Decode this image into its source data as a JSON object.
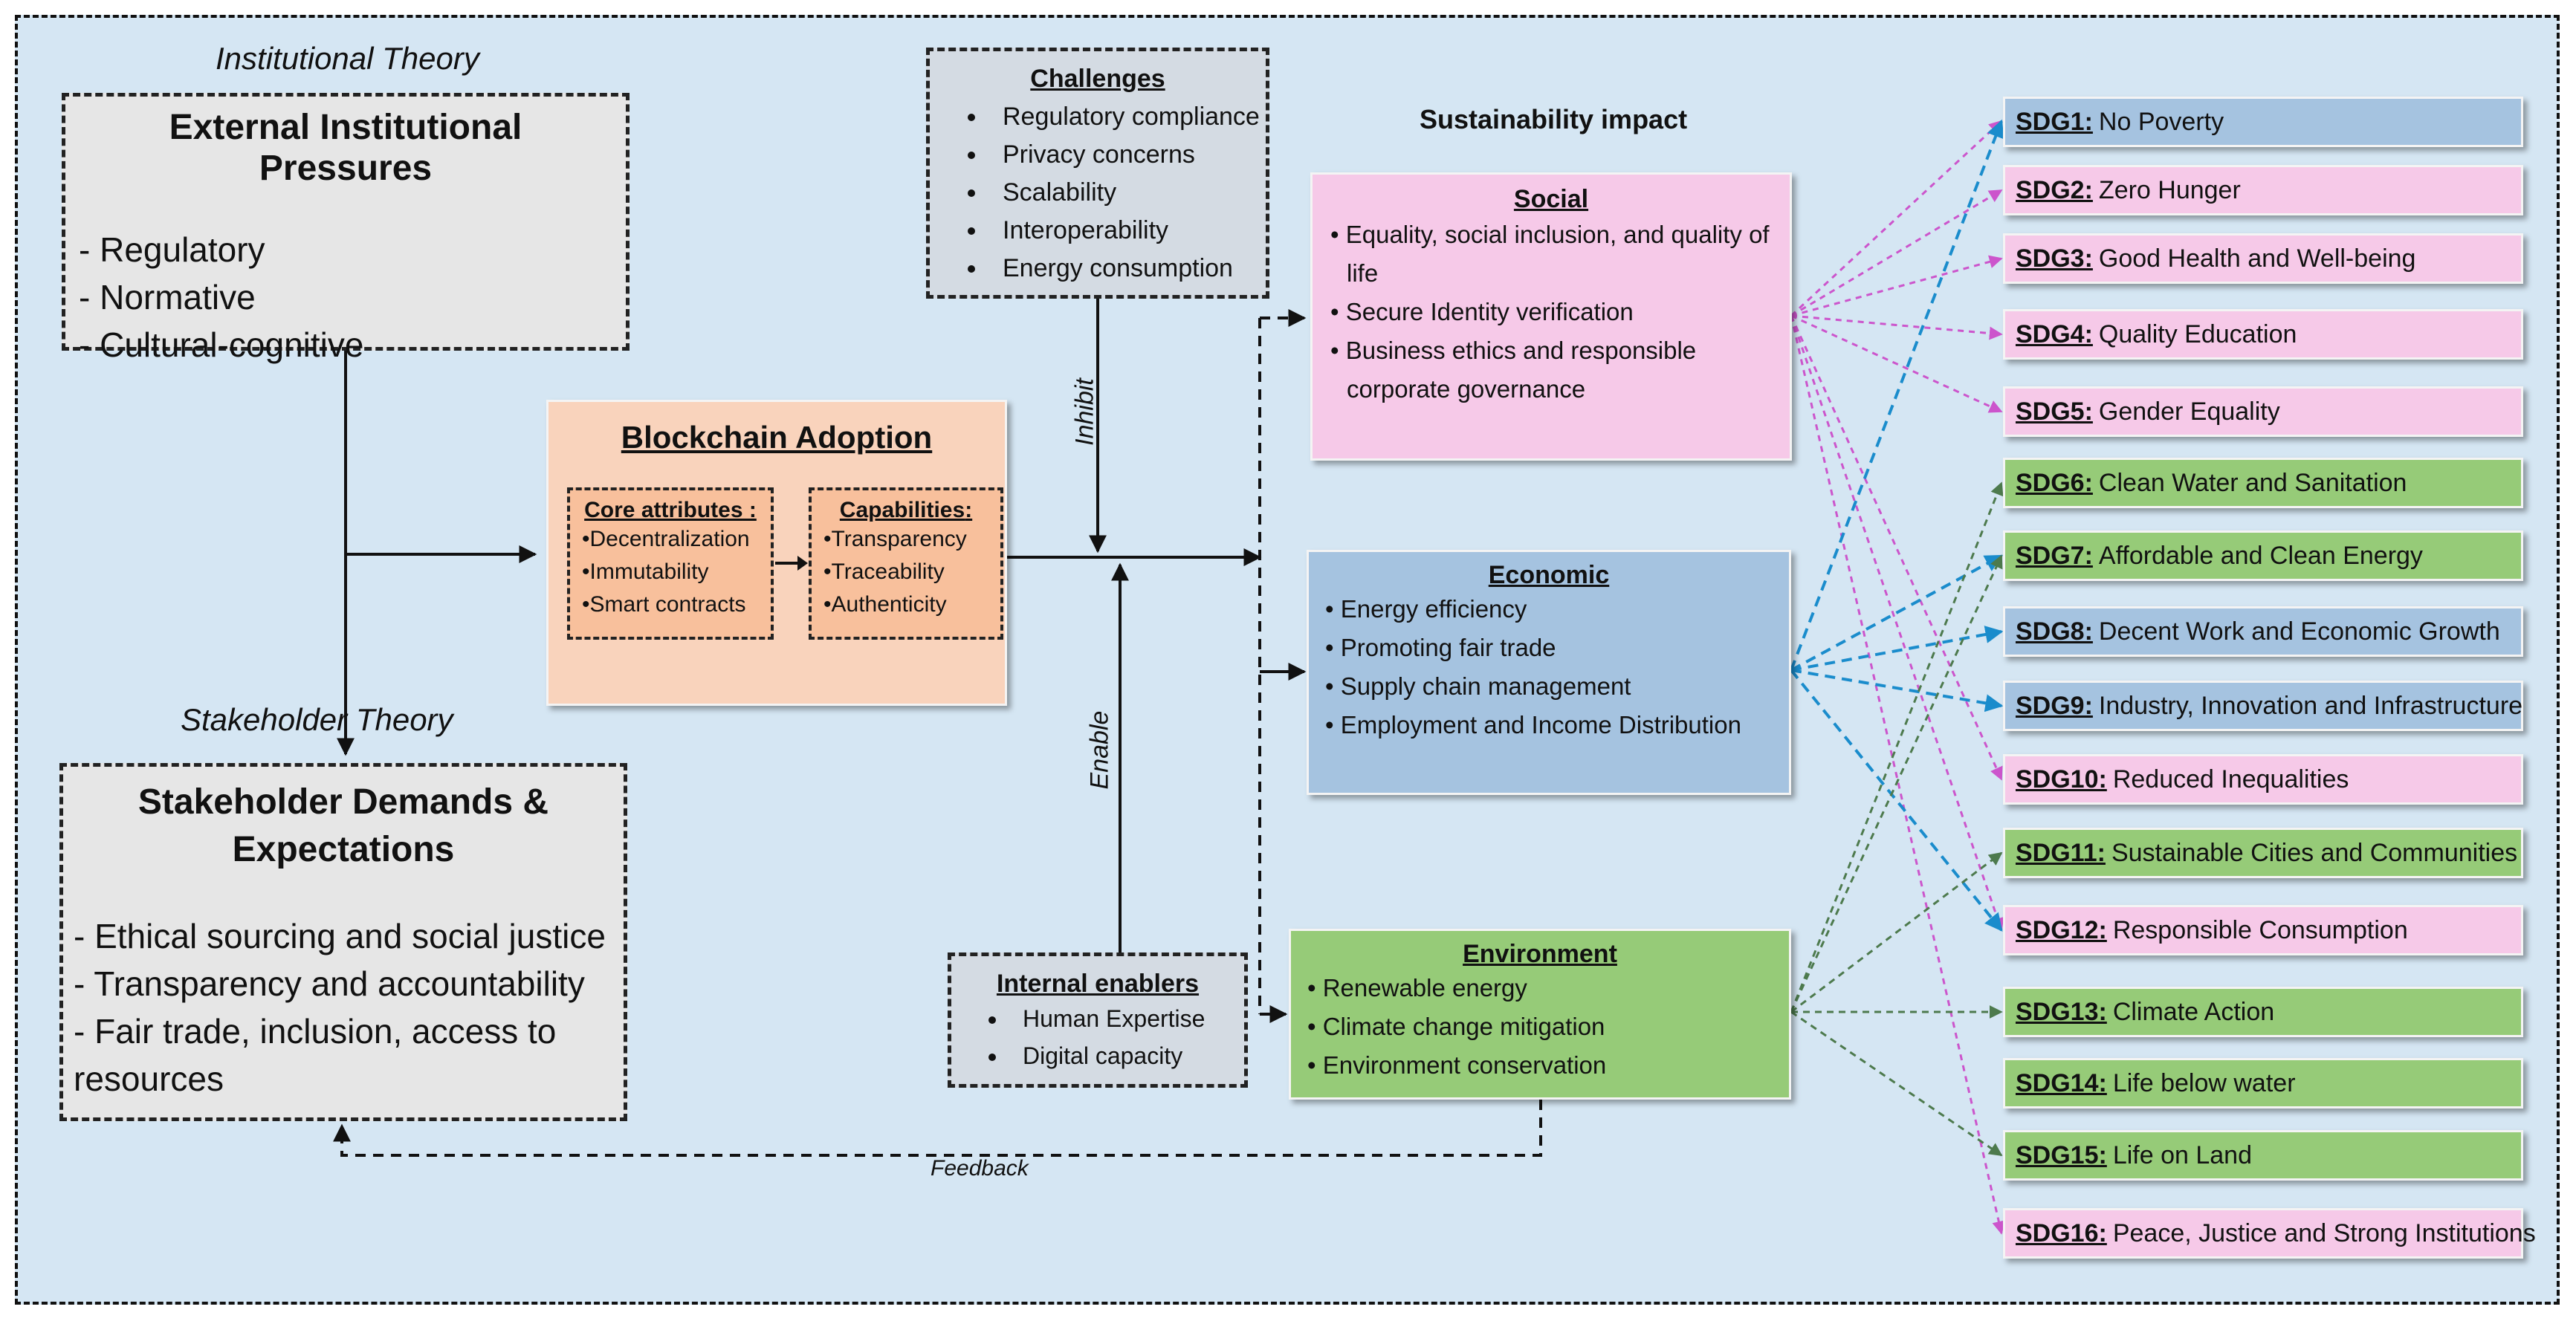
{
  "theories": {
    "institutional": "Institutional Theory",
    "stakeholder": "Stakeholder Theory"
  },
  "external_pressures": {
    "title": "External Institutional Pressures",
    "items": [
      "- Regulatory",
      "- Normative",
      "- Cultural-cognitive"
    ]
  },
  "stakeholder_demands": {
    "title_line1": "Stakeholder Demands &",
    "title_line2": "Expectations",
    "items": [
      "- Ethical sourcing and social justice",
      "- Transparency and accountability",
      "- Fair trade, inclusion, access to",
      "resources"
    ]
  },
  "challenges": {
    "title": "Challenges",
    "items": [
      "Regulatory compliance",
      "Privacy concerns",
      "Scalability",
      "Interoperability",
      "Energy consumption"
    ]
  },
  "internal_enablers": {
    "title": "Internal enablers",
    "items": [
      "Human Expertise",
      "Digital capacity"
    ]
  },
  "blockchain": {
    "title": "Blockchain Adoption",
    "core": {
      "title": "Core attributes",
      "suffix": " :",
      "items": [
        "•Decentralization",
        "•Immutability",
        "•Smart contracts"
      ]
    },
    "capabilities": {
      "title": "Capabilities",
      "suffix": ":",
      "items": [
        "•Transparency",
        "•Traceability",
        "•Authenticity"
      ]
    }
  },
  "edge_labels": {
    "inhibit": "Inhibit",
    "enable": "Enable",
    "feedback": "Feedback"
  },
  "impact": {
    "heading": "Sustainability impact",
    "social": {
      "title": "Social",
      "items": [
        "• Equality, social inclusion, and quality of",
        "life",
        "• Secure Identity verification",
        "• Business ethics and responsible",
        "corporate governance"
      ]
    },
    "economic": {
      "title": "Economic",
      "items": [
        "• Energy efficiency",
        "• Promoting fair trade",
        "• Supply chain management",
        "• Employment and Income Distribution"
      ]
    },
    "environment": {
      "title": "Environment",
      "items": [
        "• Renewable energy",
        "• Climate change mitigation",
        "• Environment conservation"
      ]
    }
  },
  "sdgs": [
    {
      "code": "SDG1:",
      "name": "No Poverty",
      "color": "blue"
    },
    {
      "code": "SDG2:",
      "name": "Zero Hunger",
      "color": "pink"
    },
    {
      "code": "SDG3:",
      "name": "Good Health and Well-being",
      "color": "pink"
    },
    {
      "code": "SDG4:",
      "name": "Quality Education",
      "color": "pink"
    },
    {
      "code": "SDG5:",
      "name": "Gender Equality",
      "color": "pink"
    },
    {
      "code": "SDG6:",
      "name": "Clean Water and Sanitation",
      "color": "green"
    },
    {
      "code": "SDG7:",
      "name": "Affordable and Clean Energy",
      "color": "green"
    },
    {
      "code": "SDG8:",
      "name": "Decent Work and Economic Growth",
      "color": "blue"
    },
    {
      "code": "SDG9:",
      "name": "Industry, Innovation and Infrastructure",
      "color": "blue"
    },
    {
      "code": "SDG10:",
      "name": "Reduced Inequalities",
      "color": "pink"
    },
    {
      "code": "SDG11:",
      "name": "Sustainable Cities and Communities",
      "color": "green"
    },
    {
      "code": "SDG12:",
      "name": "Responsible Consumption",
      "color": "pink"
    },
    {
      "code": "SDG13:",
      "name": "Climate Action",
      "color": "green"
    },
    {
      "code": "SDG14:",
      "name": "Life below water",
      "color": "green"
    },
    {
      "code": "SDG15:",
      "name": "Life on Land",
      "color": "green"
    },
    {
      "code": "SDG16:",
      "name": "Peace, Justice and Strong Institutions",
      "color": "pink"
    }
  ],
  "colors": {
    "social_link": "#cc55cc",
    "economic_link": "#1a8ccc",
    "environment_link": "#4d7a4d"
  }
}
